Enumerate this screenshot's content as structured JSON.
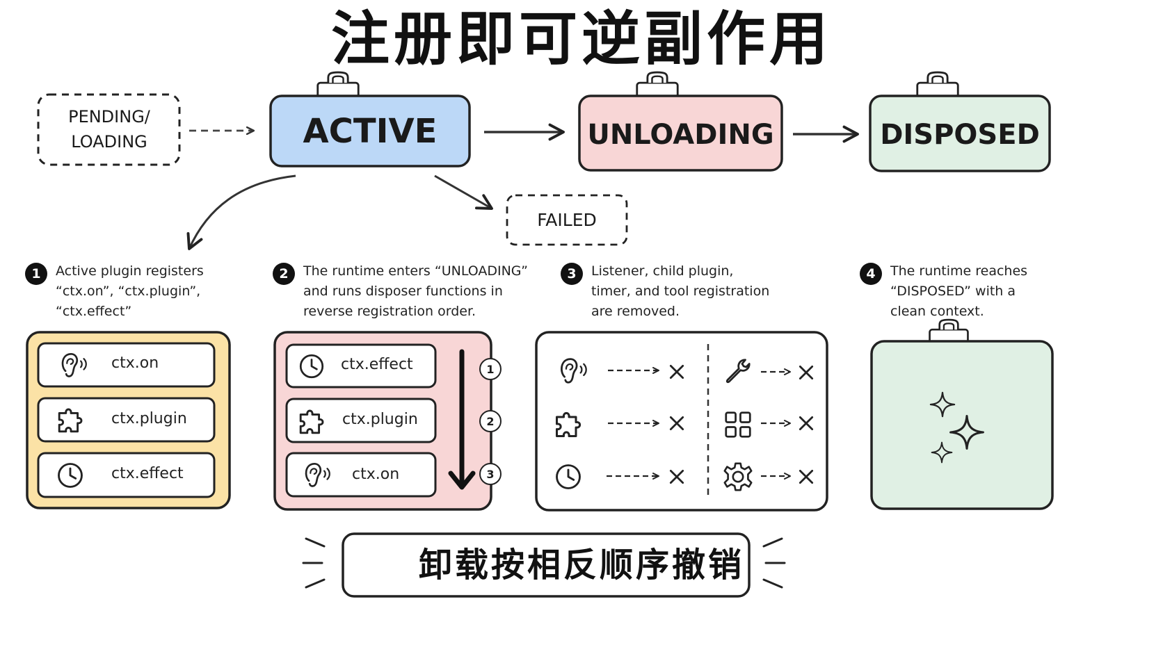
{
  "title": "注册即可逆副作用",
  "states": {
    "pending": "PENDING/\nLOADING",
    "active": "ACTIVE",
    "unloading": "UNLOADING",
    "disposed": "DISPOSED",
    "failed": "FAILED"
  },
  "colors": {
    "active_fill": "#bcd8f7",
    "unloading_fill": "#f8d6d6",
    "disposed_fill": "#e0f0e4",
    "registry_fill": "#fbe2a6",
    "stroke": "#1f1f1f"
  },
  "steps": [
    {
      "number": "1",
      "text": "Active plugin registers\n“ctx.on”, “ctx.plugin”,\n“ctx.effect”"
    },
    {
      "number": "2",
      "text": "The runtime enters “UNLOADING”\nand runs disposer functions in\nreverse registration order."
    },
    {
      "number": "3",
      "text": "Listener, child plugin,\ntimer, and tool registration\nare removed."
    },
    {
      "number": "4",
      "text": "The runtime reaches\n“DISPOSED” with a\nclean context."
    }
  ],
  "registry": [
    {
      "icon": "ear-icon",
      "label": "ctx.on"
    },
    {
      "icon": "puzzle-icon",
      "label": "ctx.plugin"
    },
    {
      "icon": "clock-icon",
      "label": "ctx.effect"
    }
  ],
  "disposers": [
    {
      "icon": "clock-icon",
      "label": "ctx.effect",
      "order": "1"
    },
    {
      "icon": "puzzle-icon",
      "label": "ctx.plugin",
      "order": "2"
    },
    {
      "icon": "ear-icon",
      "label": "ctx.on",
      "order": "3"
    }
  ],
  "removed": {
    "left": [
      "ear-icon",
      "puzzle-icon",
      "clock-icon"
    ],
    "right": [
      "wrench-icon",
      "grid-icon",
      "gear-icon"
    ]
  },
  "banner": "卸载按相反顺序撤销"
}
